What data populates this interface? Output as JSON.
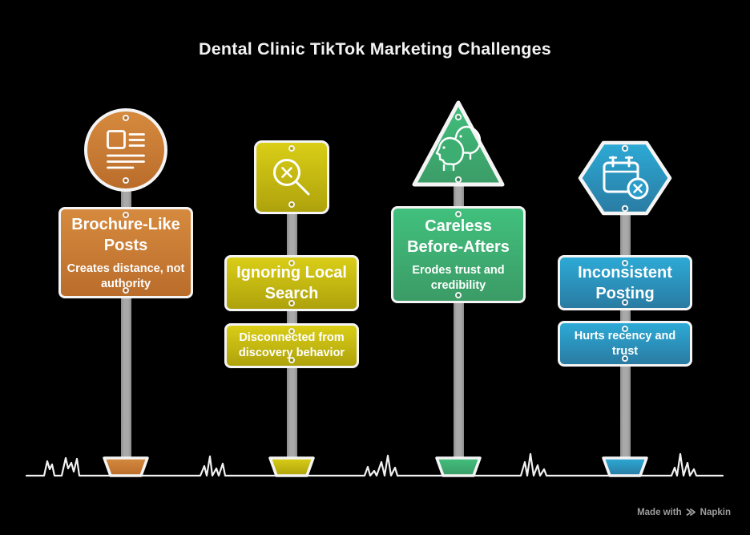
{
  "title": "Dental Clinic TikTok Marketing Challenges",
  "background_color": "#000000",
  "outline_color": "#F2F2F2",
  "pole_color": "#9E9E9E",
  "posts": [
    {
      "id": "brochure-like-posts",
      "icon": "document-icon",
      "icon_shape": "circle",
      "title": "Brochure-Like Posts",
      "subtitle": "Creates distance, not authority",
      "color_top": "#D68A3E",
      "color_bottom": "#BA6D2B"
    },
    {
      "id": "ignoring-local-search",
      "icon": "search-x-icon",
      "icon_shape": "rounded-square",
      "title": "Ignoring Local Search",
      "subtitle": "Disconnected from discovery behavior",
      "color_top": "#DACE17",
      "color_bottom": "#AEA20C"
    },
    {
      "id": "careless-before-afters",
      "icon": "faces-icon",
      "icon_shape": "triangle",
      "title": "Careless Before-Afters",
      "subtitle": "Erodes trust and credibility",
      "color_top": "#41C07D",
      "color_bottom": "#3B9B66"
    },
    {
      "id": "inconsistent-posting",
      "icon": "calendar-x-icon",
      "icon_shape": "hexagon",
      "title": "Inconsistent Posting",
      "subtitle": "Hurts recency and trust",
      "color_top": "#2CAAD6",
      "color_bottom": "#2A7BA2"
    }
  ],
  "credit": {
    "text": "Made with",
    "brand": "Napkin"
  }
}
